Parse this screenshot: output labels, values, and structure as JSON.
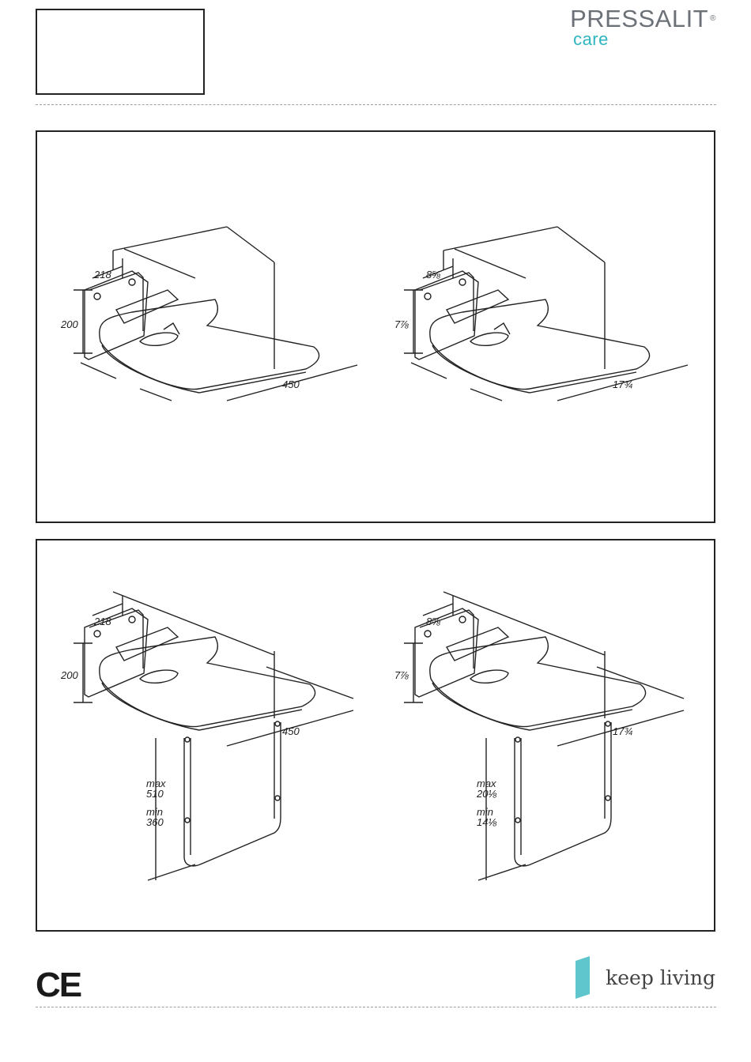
{
  "brand": {
    "name": "PRESSALIT",
    "registered": "®",
    "sub": "care"
  },
  "footer": {
    "ce_mark": "CE",
    "tagline": "keep living",
    "tagline_color": "#2fb5c0"
  },
  "panel_top": {
    "left_drawing": {
      "depth": "218",
      "height": "200",
      "width": "450"
    },
    "right_drawing": {
      "depth": "8⅝",
      "height": "7⅞",
      "width": "17¾"
    }
  },
  "panel_bottom": {
    "left_drawing": {
      "depth": "218",
      "height": "200",
      "width": "450",
      "max_label": "max",
      "max_value": "510",
      "min_label": "min",
      "min_value": "360"
    },
    "right_drawing": {
      "depth": "8⅝",
      "height": "7⅞",
      "width": "17¾",
      "max_label": "max",
      "max_value": "20⅛",
      "min_label": "min",
      "min_value": "14⅛"
    }
  }
}
